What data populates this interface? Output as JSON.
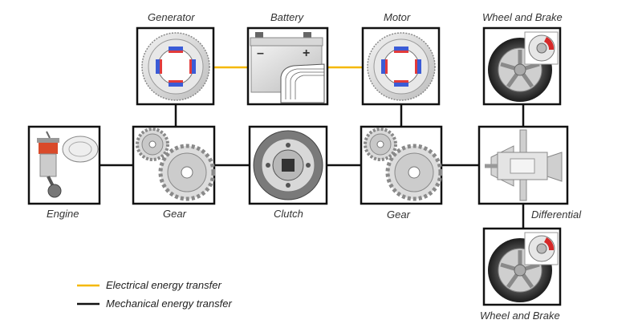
{
  "components": {
    "generator": "Generator",
    "battery": "Battery",
    "motor": "Motor",
    "wheel_brake_top": "Wheel and Brake",
    "engine": "Engine",
    "gear_left": "Gear",
    "clutch": "Clutch",
    "gear_right": "Gear",
    "differential": "Differential",
    "wheel_brake_bottom": "Wheel and Brake"
  },
  "legend": {
    "electrical": "Electrical energy transfer",
    "mechanical": "Mechanical energy transfer"
  },
  "colors": {
    "electrical": "#f5b800",
    "mechanical": "#111111"
  }
}
